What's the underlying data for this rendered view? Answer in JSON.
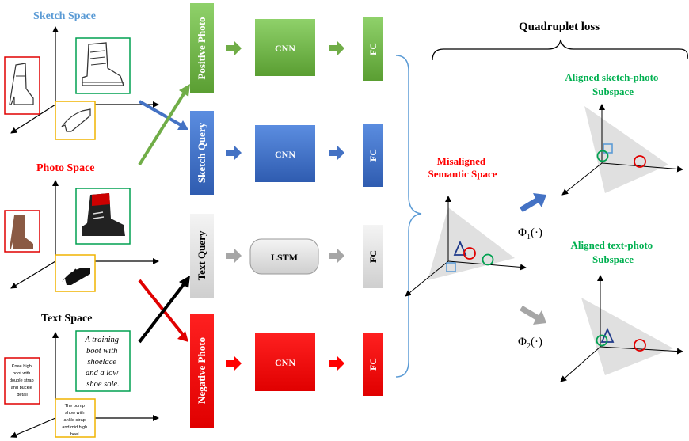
{
  "spaces": {
    "sketch_title": "Sketch Space",
    "photo_title": "Photo Space",
    "text_title": "Text Space",
    "text_caption_1": [
      "Knee high",
      "boot with",
      "double strap",
      "and buckle",
      "detail"
    ],
    "text_caption_2": [
      "The pump",
      "show with",
      "ankle strap",
      "and mid high",
      "heel."
    ],
    "text_caption_3": [
      "A training",
      "boot with",
      "shoelace",
      "and a low",
      "shoe sole."
    ]
  },
  "branches": {
    "positive_label": "Positive Photo",
    "sketch_label": "Sketch Query",
    "text_label": "Text Query",
    "negative_label": "Negative Photo",
    "cnn_label": "CNN",
    "lstm_label": "LSTM",
    "fc_label": "FC"
  },
  "right": {
    "loss_title": "Quadruplet loss",
    "misaligned_title": [
      "Misaligned",
      "Semantic Space"
    ],
    "aligned_sketch_title": [
      "Aligned sketch-photo",
      "Subspace"
    ],
    "aligned_text_title": [
      "Aligned text-photo",
      "Subspace"
    ],
    "phi1_label": "Φ",
    "phi1_sub": "1",
    "phi2_label": "Φ",
    "phi2_sub": "2",
    "phi_arg": "(·)"
  },
  "colors": {
    "sketch_blue": "#5b9bd5",
    "photo_red": "#ff0000",
    "aligned_green": "#00b050",
    "cnn_green": "#70ad47",
    "cnn_blue": "#4472c4",
    "lstm_grey": "#e0e0e0",
    "neg_red": "#ff0000",
    "triangle_grey": "#e0e0e0"
  }
}
